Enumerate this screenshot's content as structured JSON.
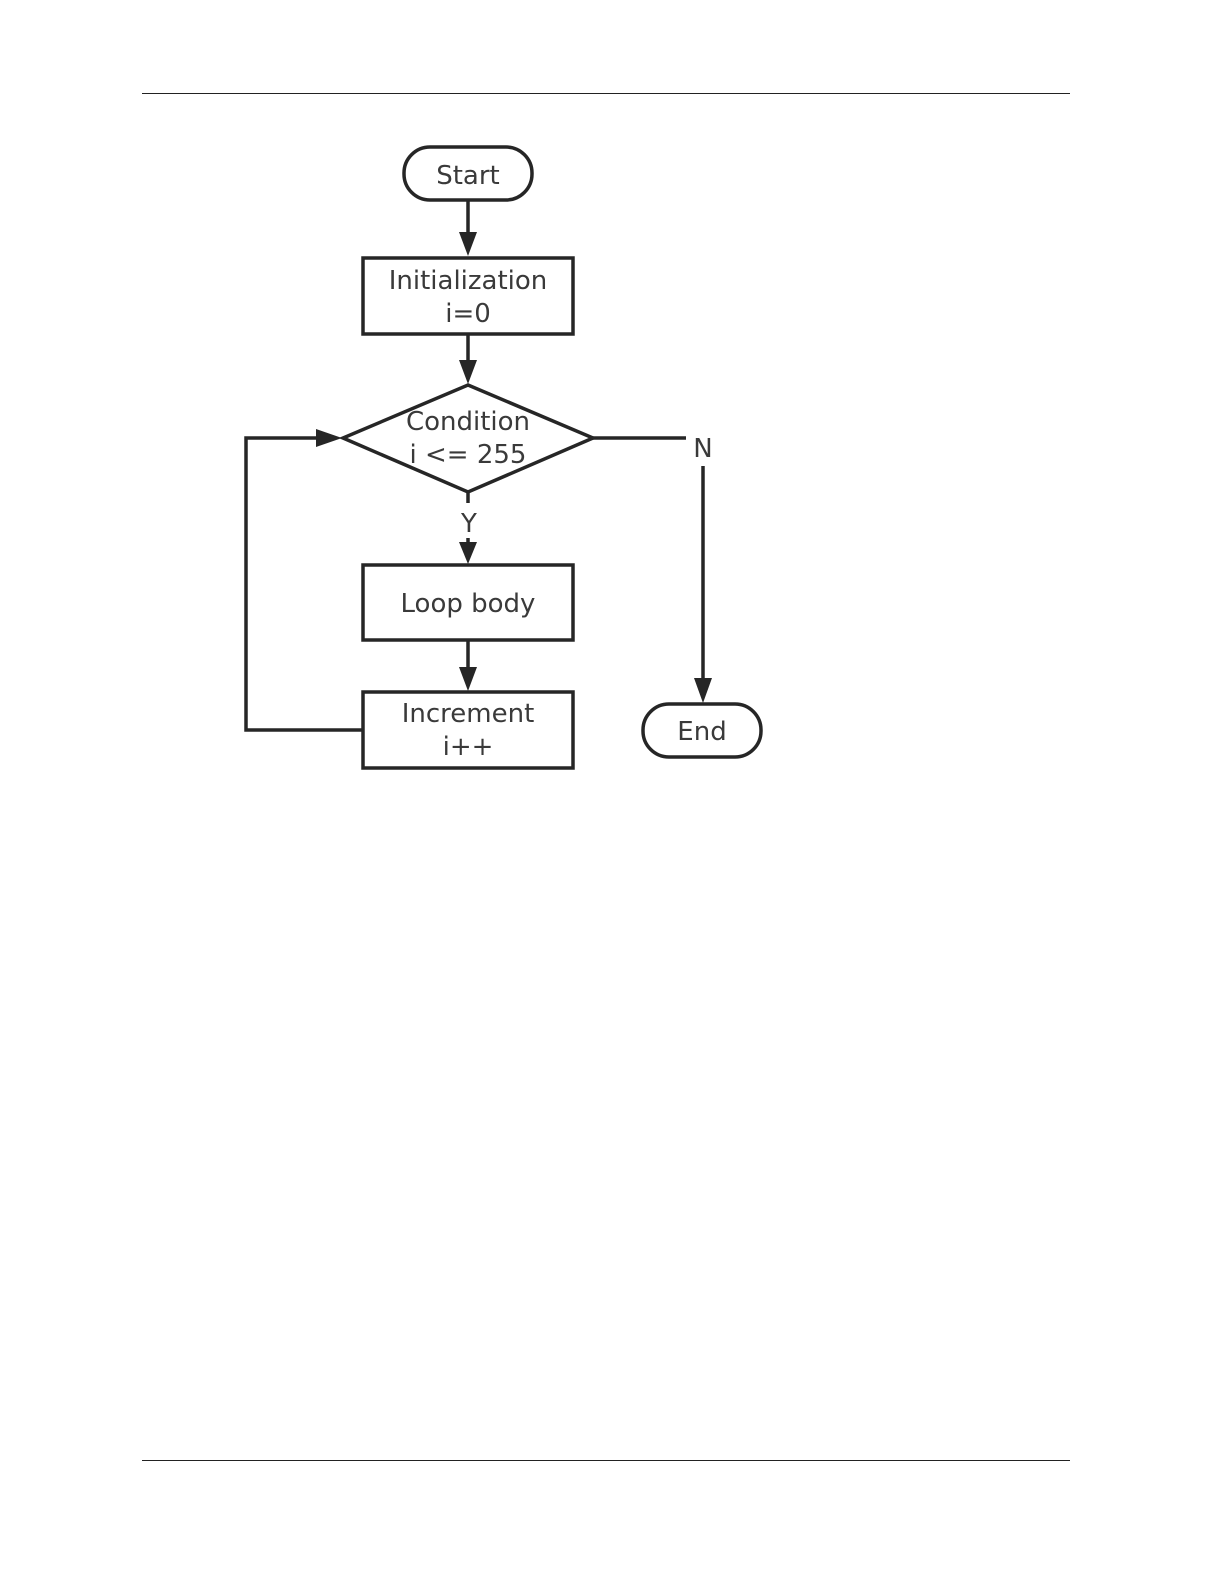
{
  "diagram": {
    "type": "flowchart",
    "nodes": {
      "start": {
        "shape": "terminal",
        "lines": [
          "Start"
        ]
      },
      "init": {
        "shape": "process",
        "lines": [
          "Initialization",
          "i=0"
        ]
      },
      "condition": {
        "shape": "decision",
        "lines": [
          "Condition",
          "i <= 255"
        ]
      },
      "body": {
        "shape": "process",
        "lines": [
          "Loop body"
        ]
      },
      "increment": {
        "shape": "process",
        "lines": [
          "Increment",
          "i++"
        ]
      },
      "end": {
        "shape": "terminal",
        "lines": [
          "End"
        ]
      }
    },
    "edges": [
      {
        "from": "start",
        "to": "init",
        "label": ""
      },
      {
        "from": "init",
        "to": "condition",
        "label": ""
      },
      {
        "from": "condition",
        "to": "body",
        "label": "Y"
      },
      {
        "from": "body",
        "to": "increment",
        "label": ""
      },
      {
        "from": "increment",
        "to": "condition",
        "label": ""
      },
      {
        "from": "condition",
        "to": "end",
        "label": "N"
      }
    ]
  }
}
